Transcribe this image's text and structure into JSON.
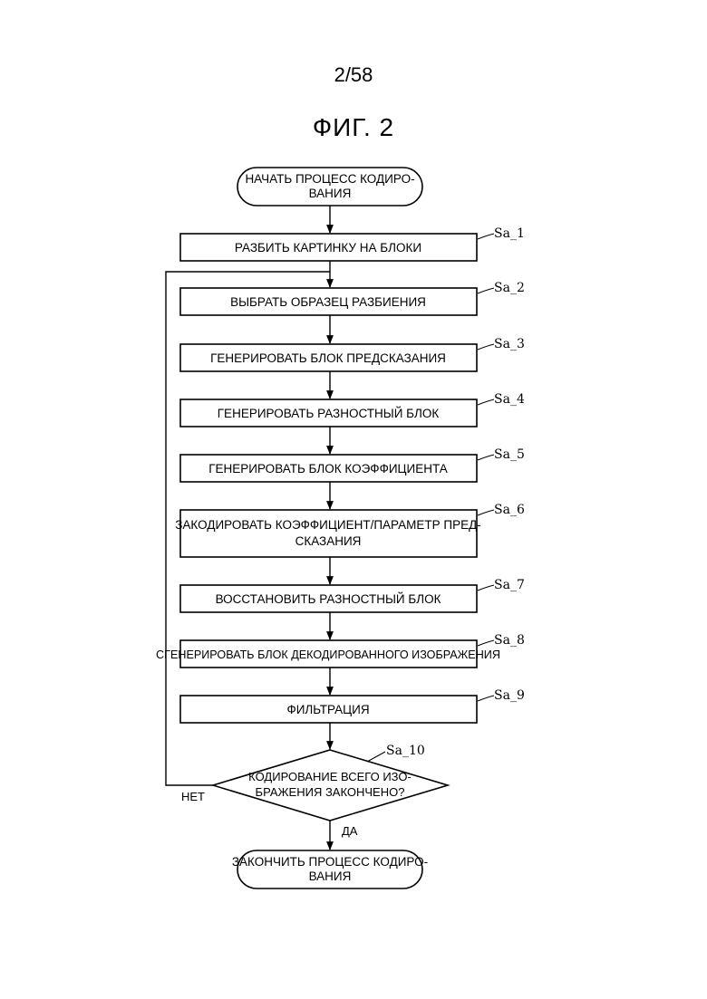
{
  "page_number": "2/58",
  "figure_title": "ФИГ. 2",
  "start": {
    "line1": "НАЧАТЬ ПРОЦЕСС КОДИРО-",
    "line2": "ВАНИЯ"
  },
  "steps": [
    {
      "id": "Sa_1",
      "lines": [
        "РАЗБИТЬ КАРТИНКУ НА БЛОКИ"
      ]
    },
    {
      "id": "Sa_2",
      "lines": [
        "ВЫБРАТЬ ОБРАЗЕЦ РАЗБИЕНИЯ"
      ]
    },
    {
      "id": "Sa_3",
      "lines": [
        "ГЕНЕРИРОВАТЬ БЛОК ПРЕДСКАЗАНИЯ"
      ]
    },
    {
      "id": "Sa_4",
      "lines": [
        "ГЕНЕРИРОВАТЬ РАЗНОСТНЫЙ БЛОК"
      ]
    },
    {
      "id": "Sa_5",
      "lines": [
        "ГЕНЕРИРОВАТЬ БЛОК КОЭФФИЦИЕНТА"
      ]
    },
    {
      "id": "Sa_6",
      "lines": [
        "ЗАКОДИРОВАТЬ КОЭФФИЦИЕНТ/ПАРАМЕТР ПРЕД-",
        "СКАЗАНИЯ"
      ]
    },
    {
      "id": "Sa_7",
      "lines": [
        "ВОССТАНОВИТЬ РАЗНОСТНЫЙ БЛОК"
      ]
    },
    {
      "id": "Sa_8",
      "lines": [
        "СГЕНЕРИРОВАТЬ БЛОК ДЕКОДИРОВАННОГО ИЗОБРАЖЕНИЯ"
      ]
    },
    {
      "id": "Sa_9",
      "lines": [
        "ФИЛЬТРАЦИЯ"
      ]
    }
  ],
  "decision": {
    "id": "Sa_10",
    "line1": "КОДИРОВАНИЕ ВСЕГО ИЗО-",
    "line2": "БРАЖЕНИЯ ЗАКОНЧЕНО?",
    "no_label": "НЕТ",
    "yes_label": "ДА"
  },
  "end": {
    "line1": "ЗАКОНЧИТЬ ПРОЦЕСС КОДИРО-",
    "line2": "ВАНИЯ"
  }
}
